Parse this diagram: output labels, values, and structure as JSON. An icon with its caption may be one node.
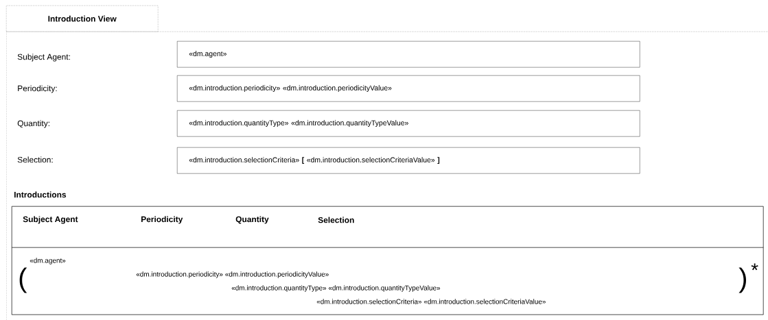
{
  "diagram": {
    "nodes": [
      {
        "text": [
          "Introduction View"
        ]
      },
      {
        "text": [
          "«dm.agent»"
        ],
        "in": 0
      },
      {
        "text": [
          "«dm.introduction.periodicity» «dm.introduction.periodicityValue»"
        ],
        "in": 0
      },
      {
        "text": [
          "«dm.introduction.quantityType» «dm.introduction.quantityTypeValue»"
        ],
        "in": 0
      },
      {
        "text": [
          "«dm.introduction.selectionCriteria» **[** «dm.introduction.selectionCriteriaValue» **]**"
        ],
        "in": 0
      },
      {
        "text": [
          "Introductions"
        ],
        "in": 0
      },
      {
        "text": [
          "Subject Agent",
          "Periodicity",
          "Quantity",
          "Selection"
        ],
        "in": 5
      },
      {
        "text": [
          "(",
          "«dm.agent»",
          "«dm.introduction.periodicity» «dm.introduction.periodicityValue»",
          "«dm.introduction.quantityType» «dm.introduction.quantityTypeValue»",
          "«dm.introduction.selectionCriteria» «dm.introduction.selectionCriteriaValue»",
          ")",
          "*"
        ],
        "in": 5
      }
    ],
    "edges": [],
    "labels": [
      "Subject Agent:",
      "Periodicity:",
      "Quantity:",
      "Selection:"
    ]
  }
}
